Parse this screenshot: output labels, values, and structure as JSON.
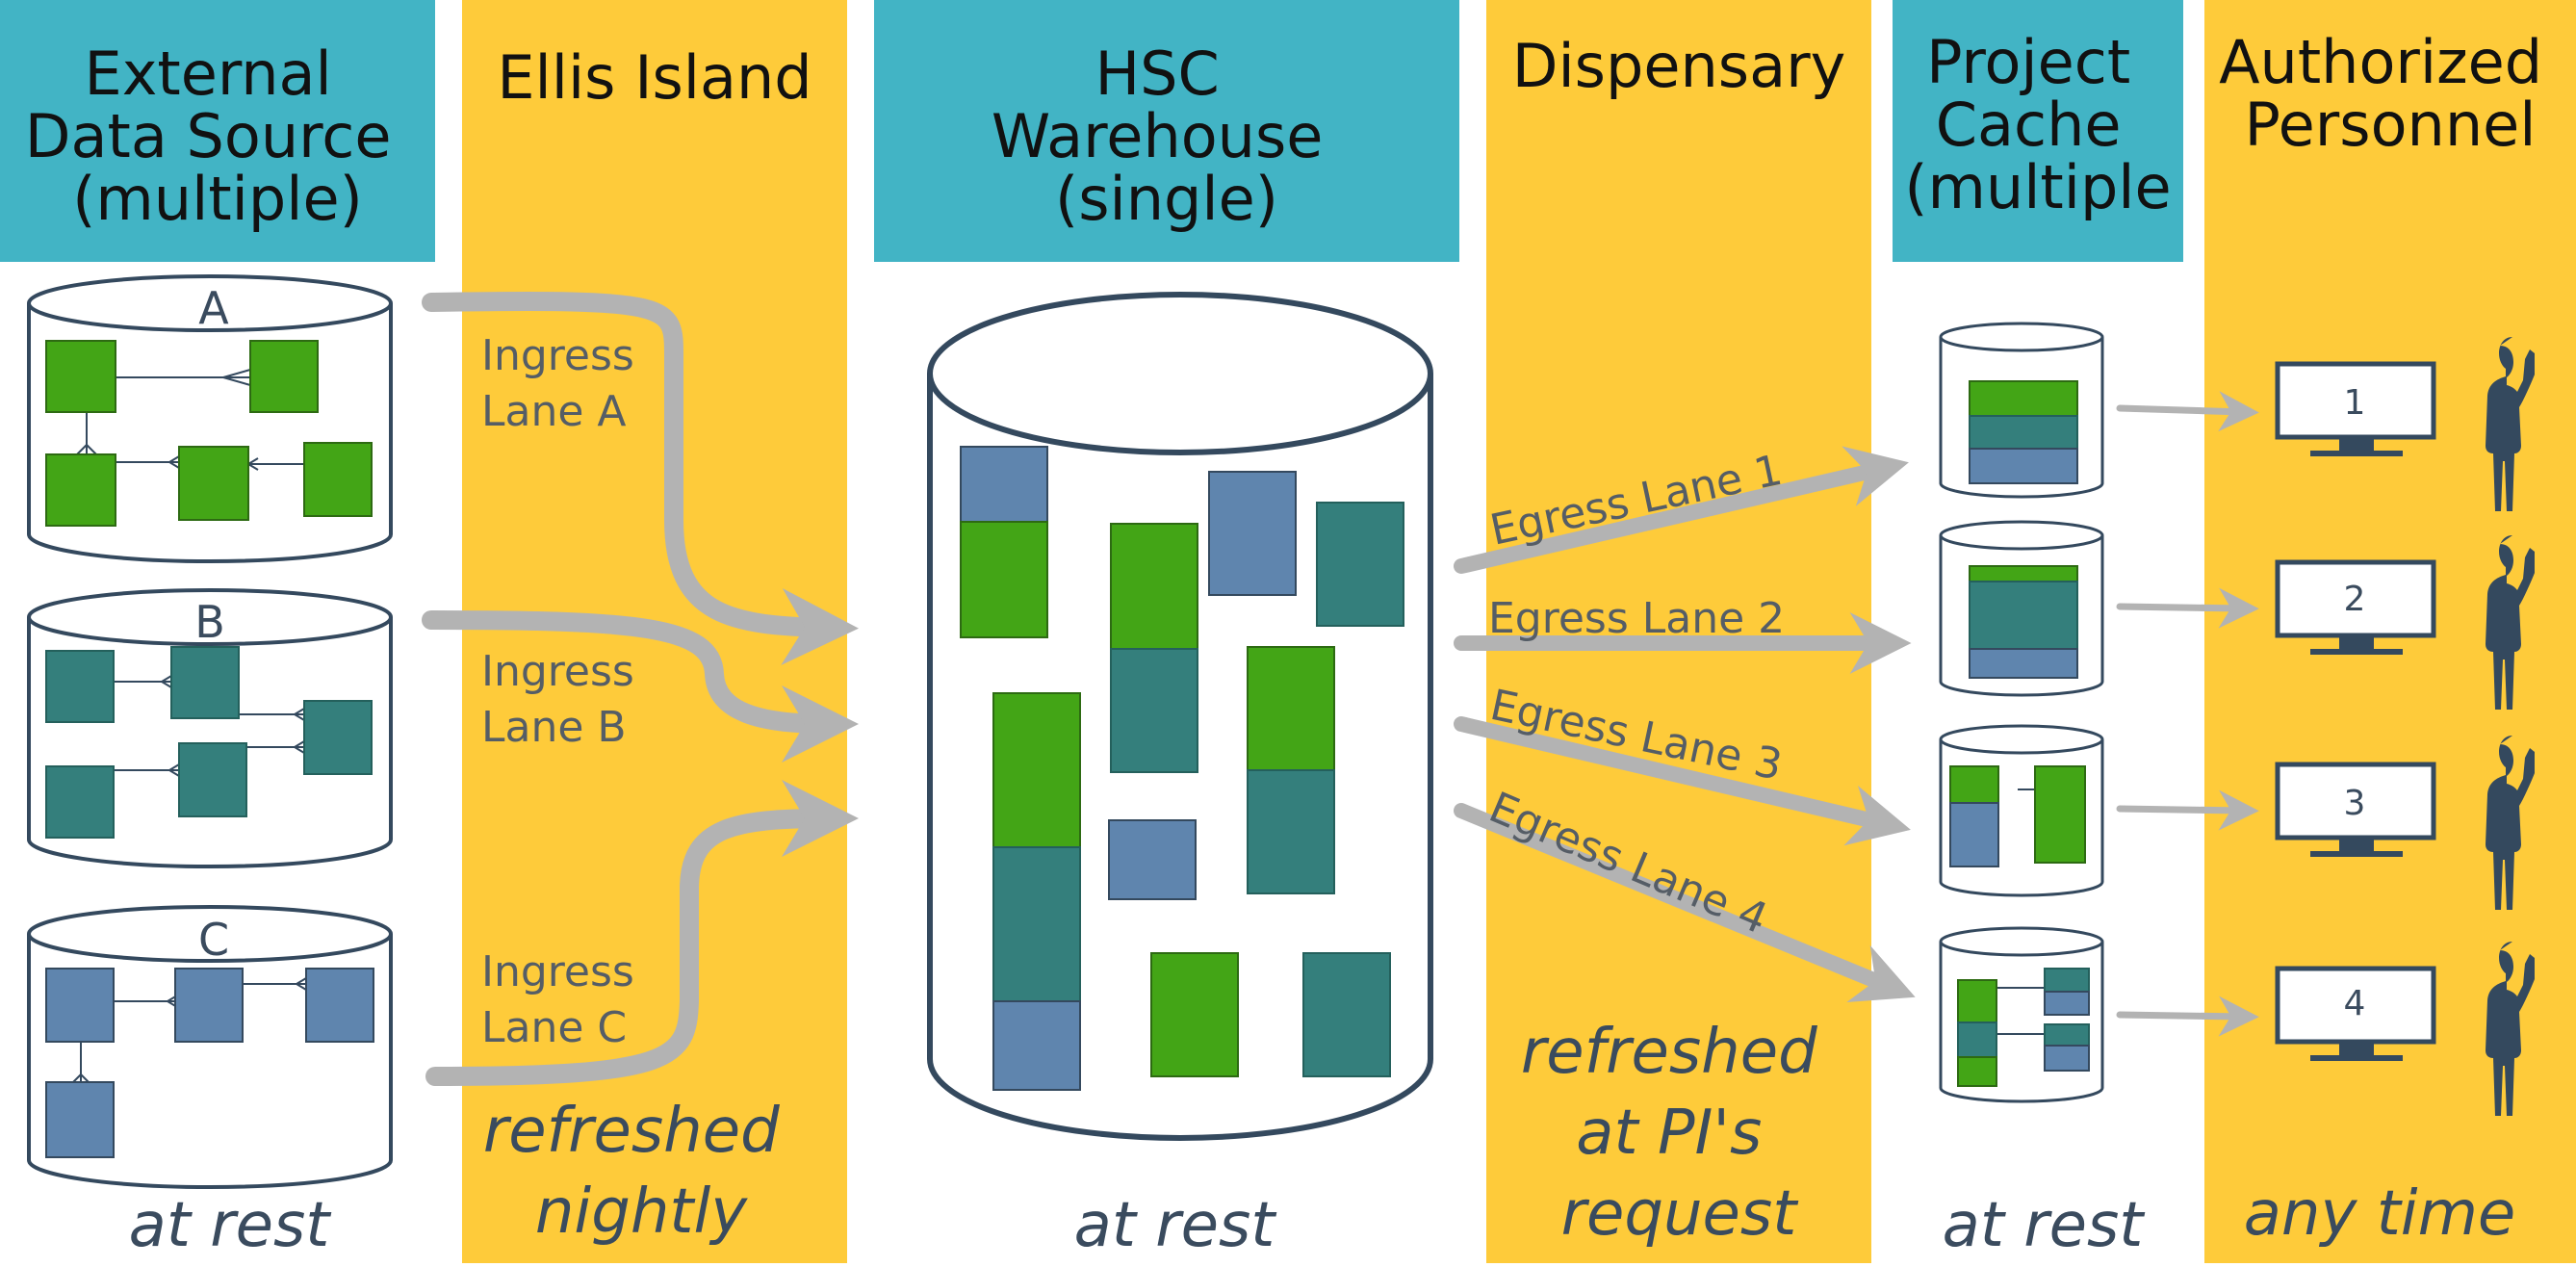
{
  "colors": {
    "header_teal": "#42b4c5",
    "column_yellow": "#fecb3a",
    "outline_navy": "#34495e",
    "arrow_gray": "#b3b3b3",
    "green": "#43a516",
    "teal_dark": "#347f7c",
    "blue_gray": "#5f85ae"
  },
  "columns": {
    "external": {
      "title": [
        "External",
        "Data Source",
        "(multiple)"
      ],
      "footer": "at rest"
    },
    "ellis": {
      "title": [
        "Ellis Island"
      ],
      "footer": [
        "refreshed",
        "nightly"
      ]
    },
    "warehouse": {
      "title": [
        "HSC",
        "Warehouse",
        "(single)"
      ],
      "footer": "at rest"
    },
    "dispensary": {
      "title": [
        "Dispensary"
      ],
      "footer": [
        "refreshed",
        "at PI's",
        "request"
      ]
    },
    "cache": {
      "title": [
        "Project",
        "Cache",
        "(multiple"
      ],
      "footer": "at rest"
    },
    "personnel": {
      "title": [
        "Authorized",
        "Personnel"
      ],
      "footer": "any time"
    }
  },
  "sources": {
    "a": "A",
    "b": "B",
    "c": "C"
  },
  "ingress": {
    "a": [
      "Ingress",
      "Lane A"
    ],
    "b": [
      "Ingress",
      "Lane B"
    ],
    "c": [
      "Ingress",
      "Lane C"
    ]
  },
  "egress": {
    "l1": "Egress Lane 1",
    "l2": "Egress Lane 2",
    "l3": "Egress Lane 3",
    "l4": "Egress Lane 4"
  },
  "monitors": {
    "m1": "1",
    "m2": "2",
    "m3": "3",
    "m4": "4"
  },
  "icons": {
    "database": "database-cylinder-icon",
    "monitor": "monitor-icon",
    "person": "person-silhouette-icon",
    "arrow": "flow-arrow-icon"
  }
}
